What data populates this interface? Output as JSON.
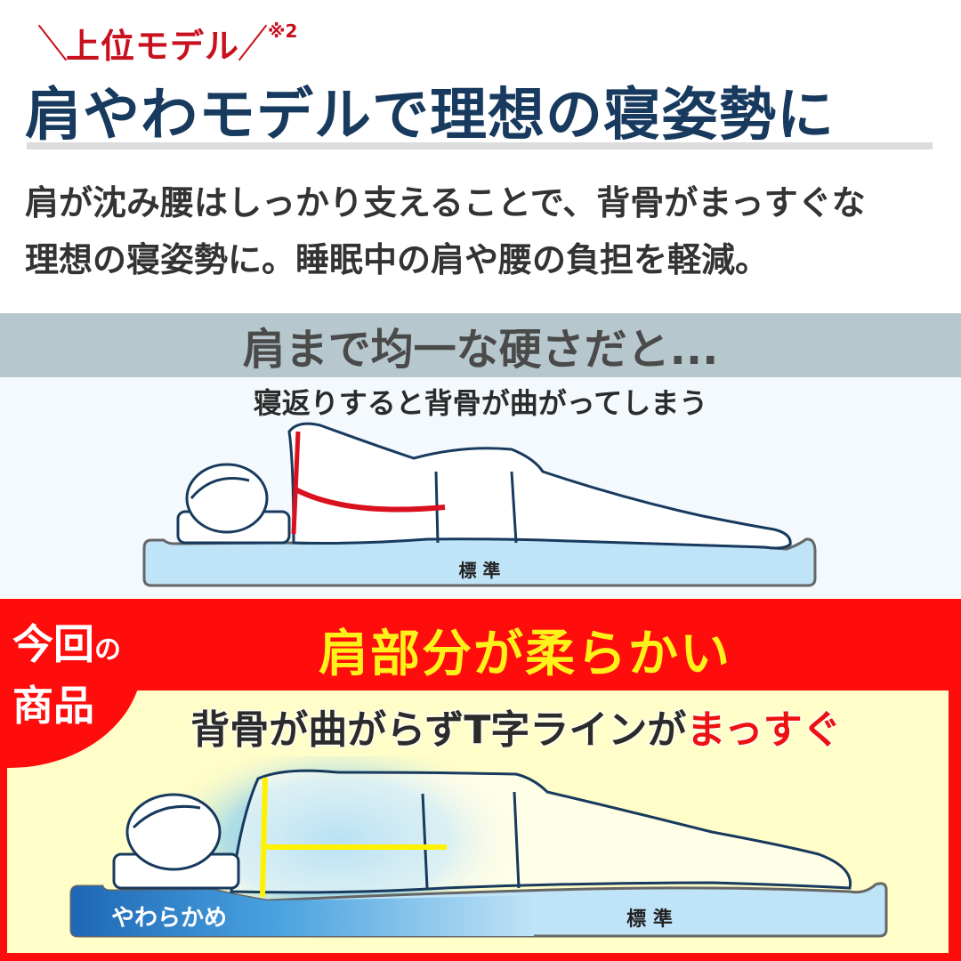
{
  "header": {
    "tagline": "上位モデル",
    "tagline_note": "※2",
    "title": "肩やわモデルで理想の寝姿勢に",
    "description_line1": "肩が沈み腰はしっかり支えることで、背骨がまっすぐな",
    "description_line2": "理想の寝姿勢に。睡眠中の肩や腰の負担を軽減。"
  },
  "comparison_uniform": {
    "heading": "肩まで均一な硬さだと...",
    "subheading": "寝返りすると背骨が曲がってしまう",
    "mattress_label": "標 準",
    "spine_line_color": "#d9101e"
  },
  "comparison_product": {
    "badge_line1_big": "今回",
    "badge_line1_small": "の",
    "badge_line2": "商品",
    "heading": "肩部分が柔らかい",
    "subheading_prefix": "背骨が曲がらずT字ラインが",
    "subheading_highlight": "まっすぐ",
    "soft_zone_label": "やわらかめ",
    "mattress_label": "標 準",
    "spine_line_color": "#fff200"
  },
  "colors": {
    "title_navy": "#173a5e",
    "accent_red": "#ff0c0c",
    "tag_red": "#c8101e",
    "headline_yellow": "#fff21a",
    "mattress_blue": "#bfe3f7",
    "soft_blue": "#1d67b5"
  }
}
